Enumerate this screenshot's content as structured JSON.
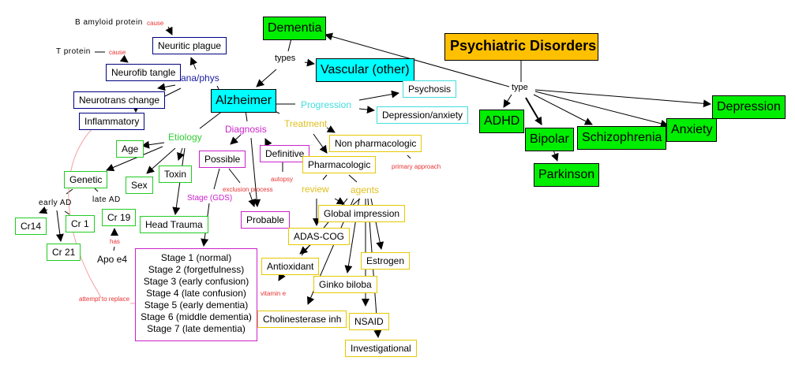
{
  "colors": {
    "root_fill": "#ffc000",
    "concept_fill_green": "#00ee00",
    "concept_fill_cyan": "#00ffff",
    "anatomy_border": "#000080",
    "etiology_border": "#22cc22",
    "diagnosis_border": "#cc22cc",
    "treatment_border": "#e6c800",
    "progression_border": "#44dddd",
    "annotation_red": "#e83333"
  },
  "nodes": {
    "psychiatric_disorders": "Psychiatric Disorders",
    "dementia": "Dementia",
    "vascular": "Vascular (other)",
    "alzheimer": "Alzheimer",
    "adhd": "ADHD",
    "bipolar": "Bipolar",
    "parkinson": "Parkinson",
    "schizophrenia": "Schizophrenia",
    "anxiety": "Anxiety",
    "depression": "Depression",
    "neuritic_plague": "Neuritic plague",
    "neurofib_tangle": "Neurofib tangle",
    "neurotrans_change": "Neurotrans change",
    "inflammatory": "Inflammatory",
    "psychosis": "Psychosis",
    "depression_anxiety": "Depression/anxiety",
    "age": "Age",
    "genetic": "Genetic",
    "sex": "Sex",
    "toxin": "Toxin",
    "head_trauma": "Head Trauma",
    "cr14": "Cr14",
    "cr1": "Cr 1",
    "cr21": "Cr 21",
    "cr19": "Cr 19",
    "possible": "Possible",
    "definitive": "Definitive",
    "probable": "Probable",
    "non_pharmacologic": "Non pharmacologic",
    "pharmacologic": "Pharmacologic",
    "global_impression": "Global impression",
    "adas_cog": "ADAS-COG",
    "antioxidant": "Antioxidant",
    "estrogen": "Estrogen",
    "ginko_biloba": "Ginko biloba",
    "cholinesterase_inh": "Cholinesterase inh",
    "nsaid": "NSAID",
    "investigational": "Investigational",
    "stages": [
      "Stage 1 (normal)",
      "Stage 2 (forgetfulness)",
      "Stage 3 (early confusion)",
      "Stage 4 (late confusion)",
      "Stage 5 (early dementia)",
      "Stage 6 (middle dementia)",
      "Stage 7 (late dementia)"
    ]
  },
  "link_labels": {
    "type": "type",
    "types": "types",
    "ana_phys": "ana/phys",
    "progression": "Progression",
    "treatment": "Treatment",
    "diagnosis": "Diagnosis",
    "etiology": "Etiology",
    "review": "review",
    "agents": "agents",
    "stage_gds": "Stage (GDS)",
    "exclusion_process": "exclusion process",
    "autopsy": "autopsy",
    "primary_approach": "primary approach",
    "vitamin_e": "vitamin e",
    "has": "has",
    "attempt_to_replace": "attempt to replace",
    "cause_1": "cause",
    "cause_2": "cause",
    "early_ad": "early AD",
    "late_ad": "late AD"
  },
  "free_text": {
    "b_amyloid": "B amyloid protein",
    "t_protein": "T protein",
    "apo_e4": "Apo e4"
  }
}
